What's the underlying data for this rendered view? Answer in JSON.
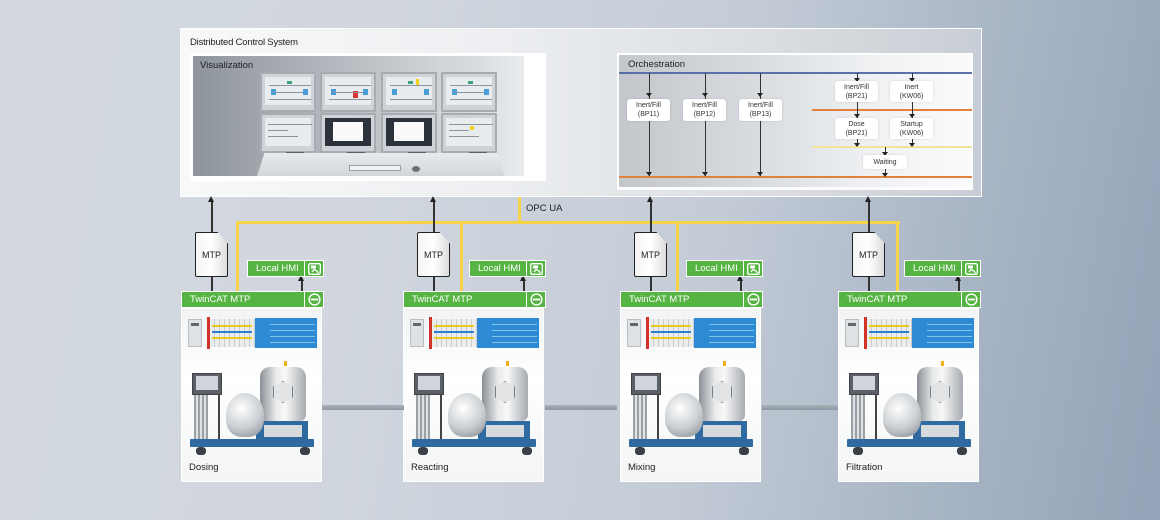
{
  "dcs": {
    "title": "Distributed Control System",
    "visualization": {
      "title": "Visualization"
    },
    "orchestration": {
      "title": "Orchestration",
      "parallel_steps": [
        {
          "line1": "Inert/Fill",
          "line2": "(BP11)"
        },
        {
          "line1": "Inert/Fill",
          "line2": "(BP12)"
        },
        {
          "line1": "Inert/Fill",
          "line2": "(BP13)"
        }
      ],
      "sequence": {
        "row1": [
          {
            "line1": "Inert/Fill",
            "line2": "(BP21)"
          },
          {
            "line1": "Inert",
            "line2": "(KW06)"
          }
        ],
        "row2": [
          {
            "line1": "Dose",
            "line2": "(BP21)"
          },
          {
            "line1": "Startup",
            "line2": "(KW06)"
          }
        ],
        "final": {
          "line1": "Waiting"
        }
      },
      "line_colors": {
        "start": "#5b6fa8",
        "sync": "#e0823e",
        "join": "#f2e39a"
      }
    }
  },
  "bus": {
    "label": "OPC UA",
    "color": "#f6d44a"
  },
  "stations": [
    {
      "name": "Dosing",
      "mtp_label": "MTP",
      "local_hmi": "Local HMI",
      "controller": "TwinCAT MTP"
    },
    {
      "name": "Reacting",
      "mtp_label": "MTP",
      "local_hmi": "Local HMI",
      "controller": "TwinCAT MTP"
    },
    {
      "name": "Mixing",
      "mtp_label": "MTP",
      "local_hmi": "Local HMI",
      "controller": "TwinCAT MTP"
    },
    {
      "name": "Filtration",
      "mtp_label": "MTP",
      "local_hmi": "Local HMI",
      "controller": "TwinCAT MTP"
    }
  ],
  "icons": {
    "local_hmi": "hmi-panel-icon",
    "controller": "twincat-logo-icon",
    "doc": "mtp-document-icon"
  },
  "colors": {
    "green": "#56b443",
    "blue_frame": "#2f6aa1"
  }
}
